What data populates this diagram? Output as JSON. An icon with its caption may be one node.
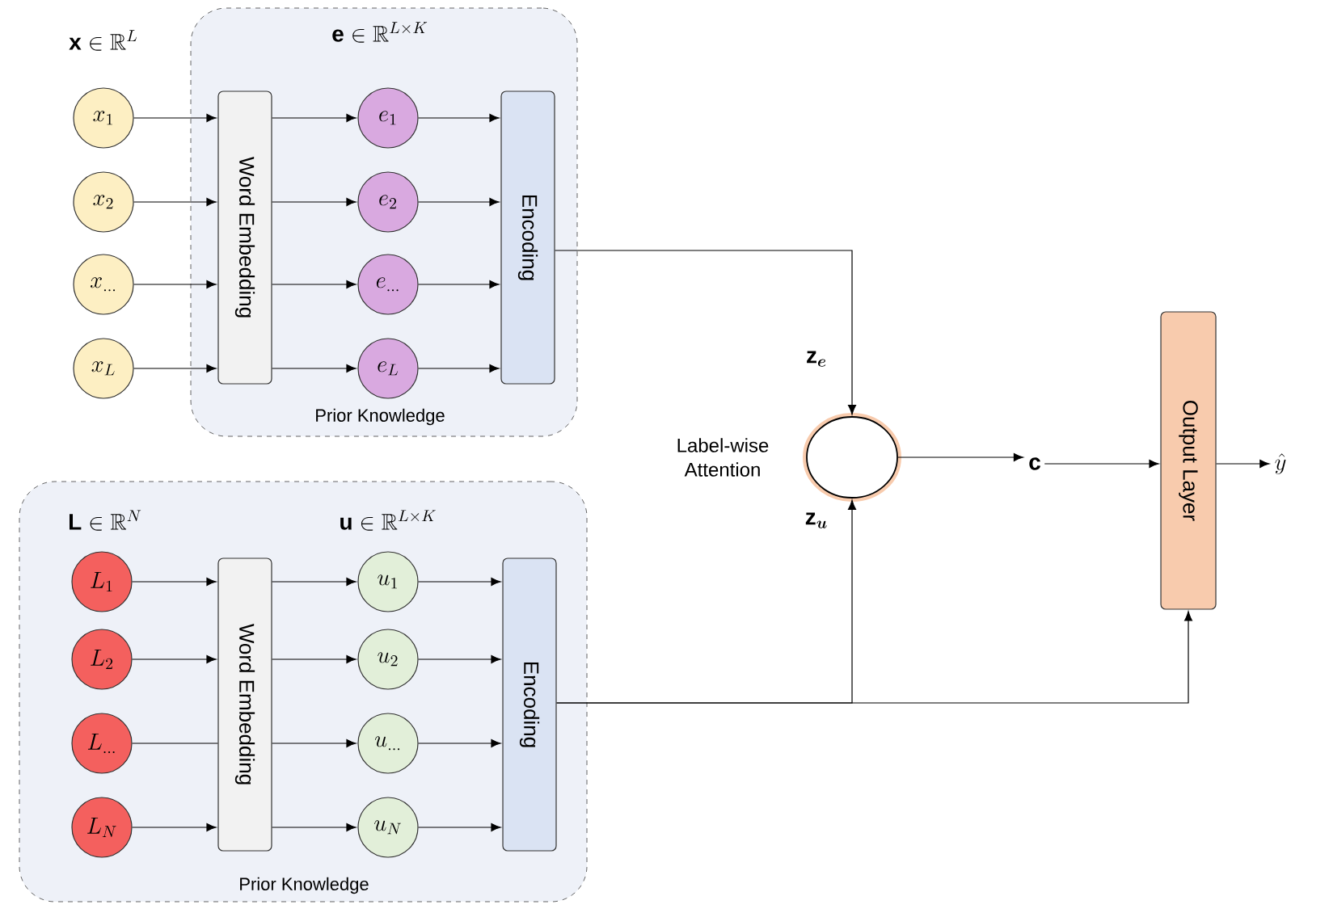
{
  "diagram": {
    "nodes": [
      {
        "text": [
          "Prior Knowledge"
        ]
      },
      {
        "text": [
          "x_{1}"
        ]
      },
      {
        "text": [
          "x_{2}"
        ]
      },
      {
        "text": [
          "x_{\\ldots}"
        ]
      },
      {
        "text": [
          "x_{L}"
        ]
      },
      {
        "text": [
          "Word Embedding"
        ],
        "in": 0
      },
      {
        "text": [
          "e_{1}"
        ],
        "in": 0
      },
      {
        "text": [
          "e_{2}"
        ],
        "in": 0
      },
      {
        "text": [
          "e_{\\ldots}"
        ],
        "in": 0
      },
      {
        "text": [
          "e_{L}"
        ],
        "in": 0
      },
      {
        "text": [
          "Encoding"
        ],
        "in": 0
      },
      {
        "text": [
          "Prior Knowledge"
        ]
      },
      {
        "text": [
          "L_{1}"
        ],
        "in": 11
      },
      {
        "text": [
          "L_{2}"
        ],
        "in": 11
      },
      {
        "text": [
          "L_{\\ldots}"
        ],
        "in": 11
      },
      {
        "text": [
          "L_{N}"
        ],
        "in": 11
      },
      {
        "text": [
          "Word Embedding"
        ],
        "in": 11
      },
      {
        "text": [
          "u_{1}"
        ],
        "in": 11
      },
      {
        "text": [
          "u_{2}"
        ],
        "in": 11
      },
      {
        "text": [
          "u_{\\ldots}"
        ],
        "in": 11
      },
      {
        "text": [
          "u_{N}"
        ],
        "in": 11
      },
      {
        "text": [
          "Encoding"
        ],
        "in": 11
      },
      {
        "text": [],
        "shape": "circle",
        "beside": [
          "Label-wise Attention"
        ]
      },
      {
        "text": [
          "\\mathbf{c}"
        ]
      },
      {
        "text": [
          "Output Layer"
        ]
      },
      {
        "text": [
          "\\hat{y}"
        ]
      }
    ],
    "edges": [
      {
        "from": 1,
        "to": 5,
        "arrow": "to"
      },
      {
        "from": 2,
        "to": 5,
        "arrow": "to"
      },
      {
        "from": 3,
        "to": 5,
        "arrow": "to"
      },
      {
        "from": 4,
        "to": 5,
        "arrow": "to"
      },
      {
        "from": 5,
        "to": 6,
        "arrow": "to"
      },
      {
        "from": 5,
        "to": 7,
        "arrow": "to"
      },
      {
        "from": 5,
        "to": 8,
        "arrow": "to"
      },
      {
        "from": 5,
        "to": 9,
        "arrow": "to"
      },
      {
        "from": 6,
        "to": 10,
        "arrow": "to"
      },
      {
        "from": 7,
        "to": 10,
        "arrow": "to"
      },
      {
        "from": 8,
        "to": 10,
        "arrow": "to"
      },
      {
        "from": 9,
        "to": 10,
        "arrow": "to"
      },
      {
        "from": 12,
        "to": 16,
        "arrow": "to"
      },
      {
        "from": 13,
        "to": 16,
        "arrow": "to"
      },
      {
        "from": 14,
        "to": 16,
        "arrow": "none"
      },
      {
        "from": 15,
        "to": 16,
        "arrow": "to"
      },
      {
        "from": 16,
        "to": 17,
        "arrow": "to"
      },
      {
        "from": 16,
        "to": 18,
        "arrow": "to"
      },
      {
        "from": 16,
        "to": 19,
        "arrow": "to"
      },
      {
        "from": 16,
        "to": 20,
        "arrow": "to"
      },
      {
        "from": 17,
        "to": 21,
        "arrow": "to"
      },
      {
        "from": 18,
        "to": 21,
        "arrow": "to"
      },
      {
        "from": 19,
        "to": 21,
        "arrow": "to"
      },
      {
        "from": 20,
        "to": 21,
        "arrow": "to"
      },
      {
        "from": 10,
        "to": 22,
        "arrow": "to",
        "label": "\\mathbf{z}_{\\boldsymbol{e}}"
      },
      {
        "from": 21,
        "to": 22,
        "arrow": "to",
        "label": "\\mathbf{z}_{\\boldsymbol{u}}"
      },
      {
        "from": 21,
        "to": 24,
        "arrow": "to"
      },
      {
        "from": 22,
        "to": 23,
        "arrow": "to"
      },
      {
        "from": 23,
        "to": 24,
        "arrow": "to"
      },
      {
        "from": 24,
        "to": 25,
        "arrow": "to"
      }
    ],
    "labels": [
      "\\mathbf{x}\\in\\mathbb{R}^{L}",
      "\\mathbf{e}\\in\\mathbb{R}^{L\\times K}",
      "\\mathbf{L}\\in\\mathbb{R}^{N}",
      "\\mathbf{u}\\in\\mathbb{R}^{L\\times K}"
    ]
  }
}
